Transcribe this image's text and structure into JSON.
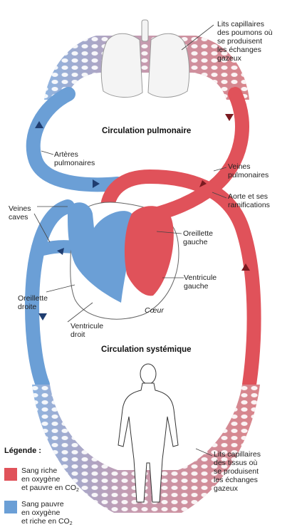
{
  "colors": {
    "oxygenated": "#e0525a",
    "deoxygenated": "#6b9fd6",
    "capillary_red": "#d9848a",
    "capillary_blue": "#8fb4e0",
    "organ": "#f4f4f4"
  },
  "labels": {
    "capillaires_poumons": "Lits capillaires\ndes poumons où\nse produisent\nles échanges\ngazeux",
    "circulation_pulmonaire": "Circulation pulmonaire",
    "arteres_pulmonaires": "Artères\npulmonaires",
    "veines_pulmonaires": "Veines\npulmonaires",
    "aorte": "Aorte et ses\nramifications",
    "veines_caves": "Veines\ncaves",
    "oreillette_gauche": "Oreillette\ngauche",
    "ventricule_gauche": "Ventricule\ngauche",
    "oreillette_droite": "Oreillette\ndroite",
    "coeur": "Cœur",
    "ventricule_droit": "Ventricule\ndroit",
    "circulation_systemique": "Circulation systémique",
    "capillaires_tissus": "Lits capillaires\ndes tissus où\nse produisent\nles échanges\ngazeux"
  },
  "legend": {
    "title": "Légende :",
    "oxy_line1": "Sang riche",
    "oxy_line2": "en oxygène",
    "oxy_line3_prefix": "et pauvre en CO",
    "oxy_sub": "2",
    "deoxy_line1": "Sang pauvre",
    "deoxy_line2": "en oxygène",
    "deoxy_line3_prefix": "et riche en CO",
    "deoxy_sub": "2"
  }
}
